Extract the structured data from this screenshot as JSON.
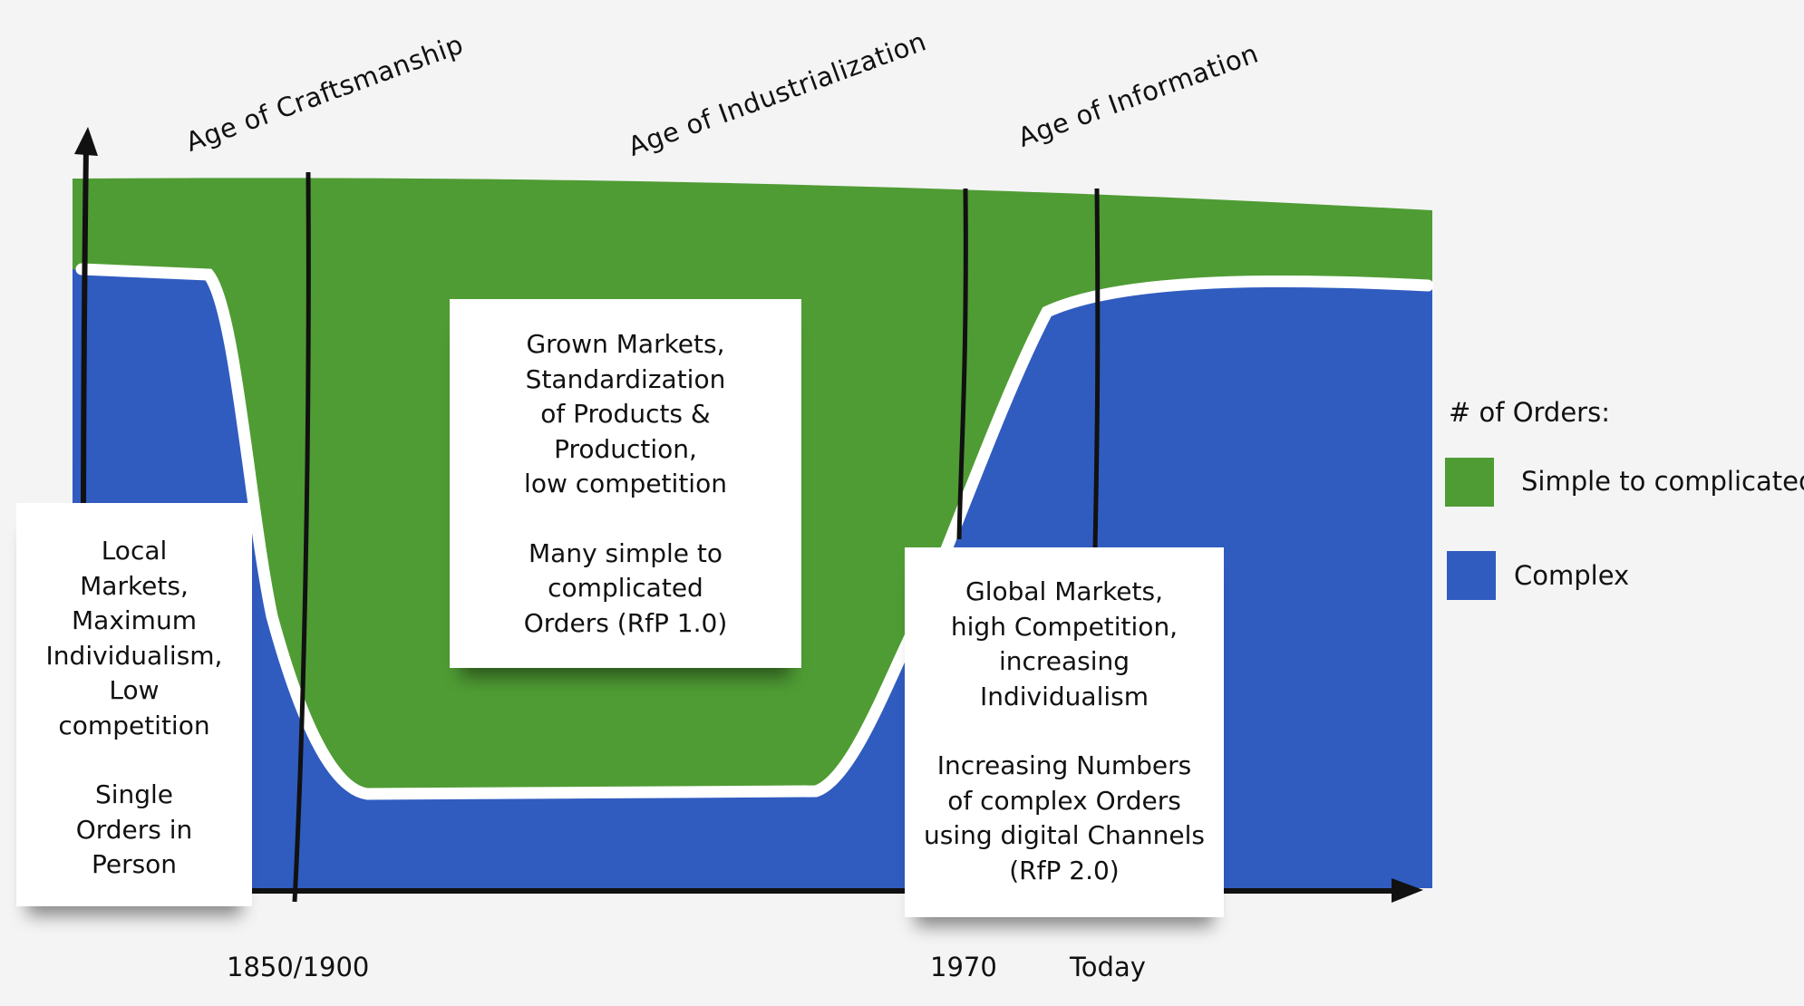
{
  "eras": [
    "Age of Craftsmanship",
    "Age of Industrialization",
    "Age of Information"
  ],
  "time_labels": [
    "1850/1900",
    "1970",
    "Today"
  ],
  "cards": {
    "local": {
      "lines": "Local\nMarkets,\nMaximum\nIndividualism,\nLow\ncompetition",
      "note": "Single\nOrders in\nPerson"
    },
    "grown": {
      "lines": "Grown Markets,\nStandardization\nof Products &\nProduction,\nlow competition",
      "note": "Many simple to\ncomplicated\nOrders (RfP 1.0)"
    },
    "global": {
      "lines": "Global Markets,\nhigh Competition,\nincreasing\nIndividualism",
      "note": "Increasing Numbers\nof complex Orders\nusing digital Channels\n(RfP 2.0)"
    }
  },
  "legend": {
    "title": "# of Orders:",
    "items": [
      {
        "label": "Simple to complicated",
        "color": "#4f9c34"
      },
      {
        "label": "Complex",
        "color": "#305cc0"
      }
    ]
  },
  "colors": {
    "simple": "#4f9c34",
    "complex": "#305cc0",
    "boundary": "#ffffff",
    "axis": "#111111"
  }
}
